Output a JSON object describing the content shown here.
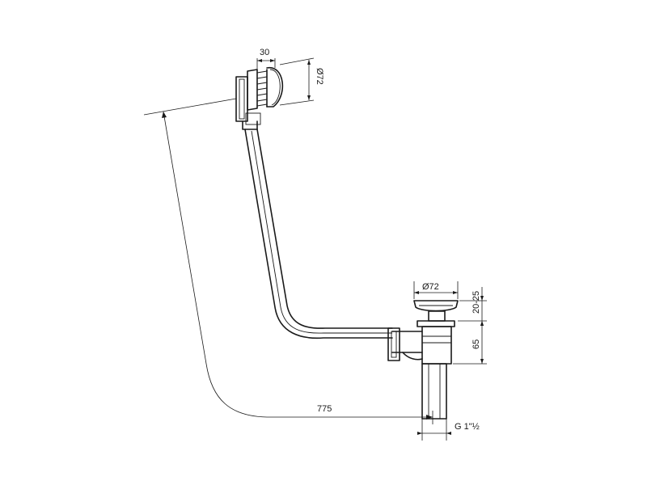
{
  "dimensions": {
    "overflow_depth": "30",
    "overflow_diameter": "Ø72",
    "waste_diameter": "Ø72",
    "plug_height": "20-25",
    "body_height": "65",
    "total_length": "775",
    "thread": "G 1\"½"
  }
}
